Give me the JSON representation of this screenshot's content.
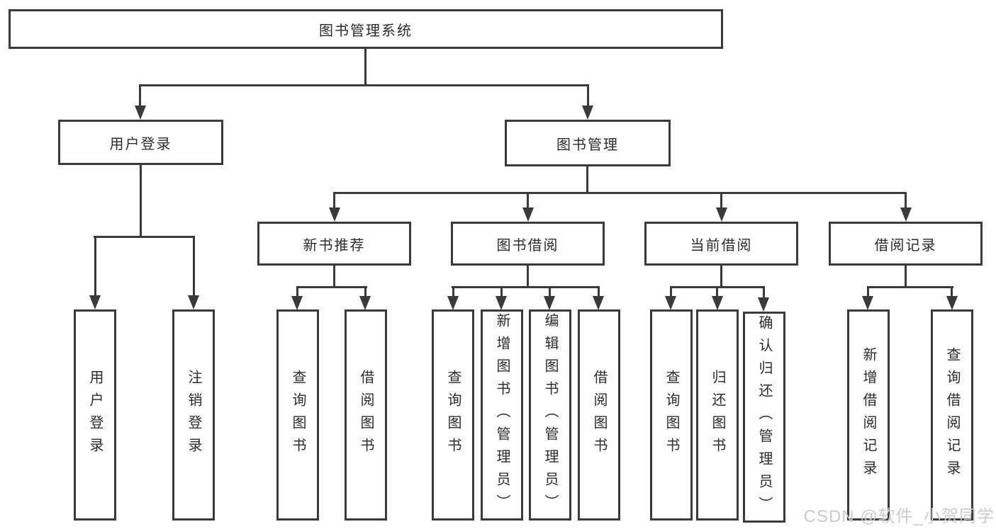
{
  "diagram_type": "hierarchy",
  "colors": {
    "line": "#3a3a3a",
    "text": "#2b2b2b",
    "background": "#ffffff",
    "watermark": "#c7cacd"
  },
  "watermark": {
    "text": "CSDN @软件_小贺同学"
  },
  "tree": {
    "root": {
      "label": "图书管理系统"
    },
    "branches": [
      {
        "label": "用户登录",
        "children": [
          {
            "label": "用户登录"
          },
          {
            "label": "注销登录"
          }
        ]
      },
      {
        "label": "图书管理",
        "children": [
          {
            "label": "新书推荐",
            "children": [
              {
                "label": "查询图书"
              },
              {
                "label": "借阅图书"
              }
            ]
          },
          {
            "label": "图书借阅",
            "children": [
              {
                "label": "查询图书"
              },
              {
                "label": "新增图书（管理员）"
              },
              {
                "label": "编辑图书（管理员）"
              },
              {
                "label": "借阅图书"
              }
            ]
          },
          {
            "label": "当前借阅",
            "children": [
              {
                "label": "查询图书"
              },
              {
                "label": "归还图书"
              },
              {
                "label": "确认归还（管理员）"
              }
            ]
          },
          {
            "label": "借阅记录",
            "children": [
              {
                "label": "新增借阅记录"
              },
              {
                "label": "查询借阅记录"
              }
            ]
          }
        ]
      }
    ]
  }
}
